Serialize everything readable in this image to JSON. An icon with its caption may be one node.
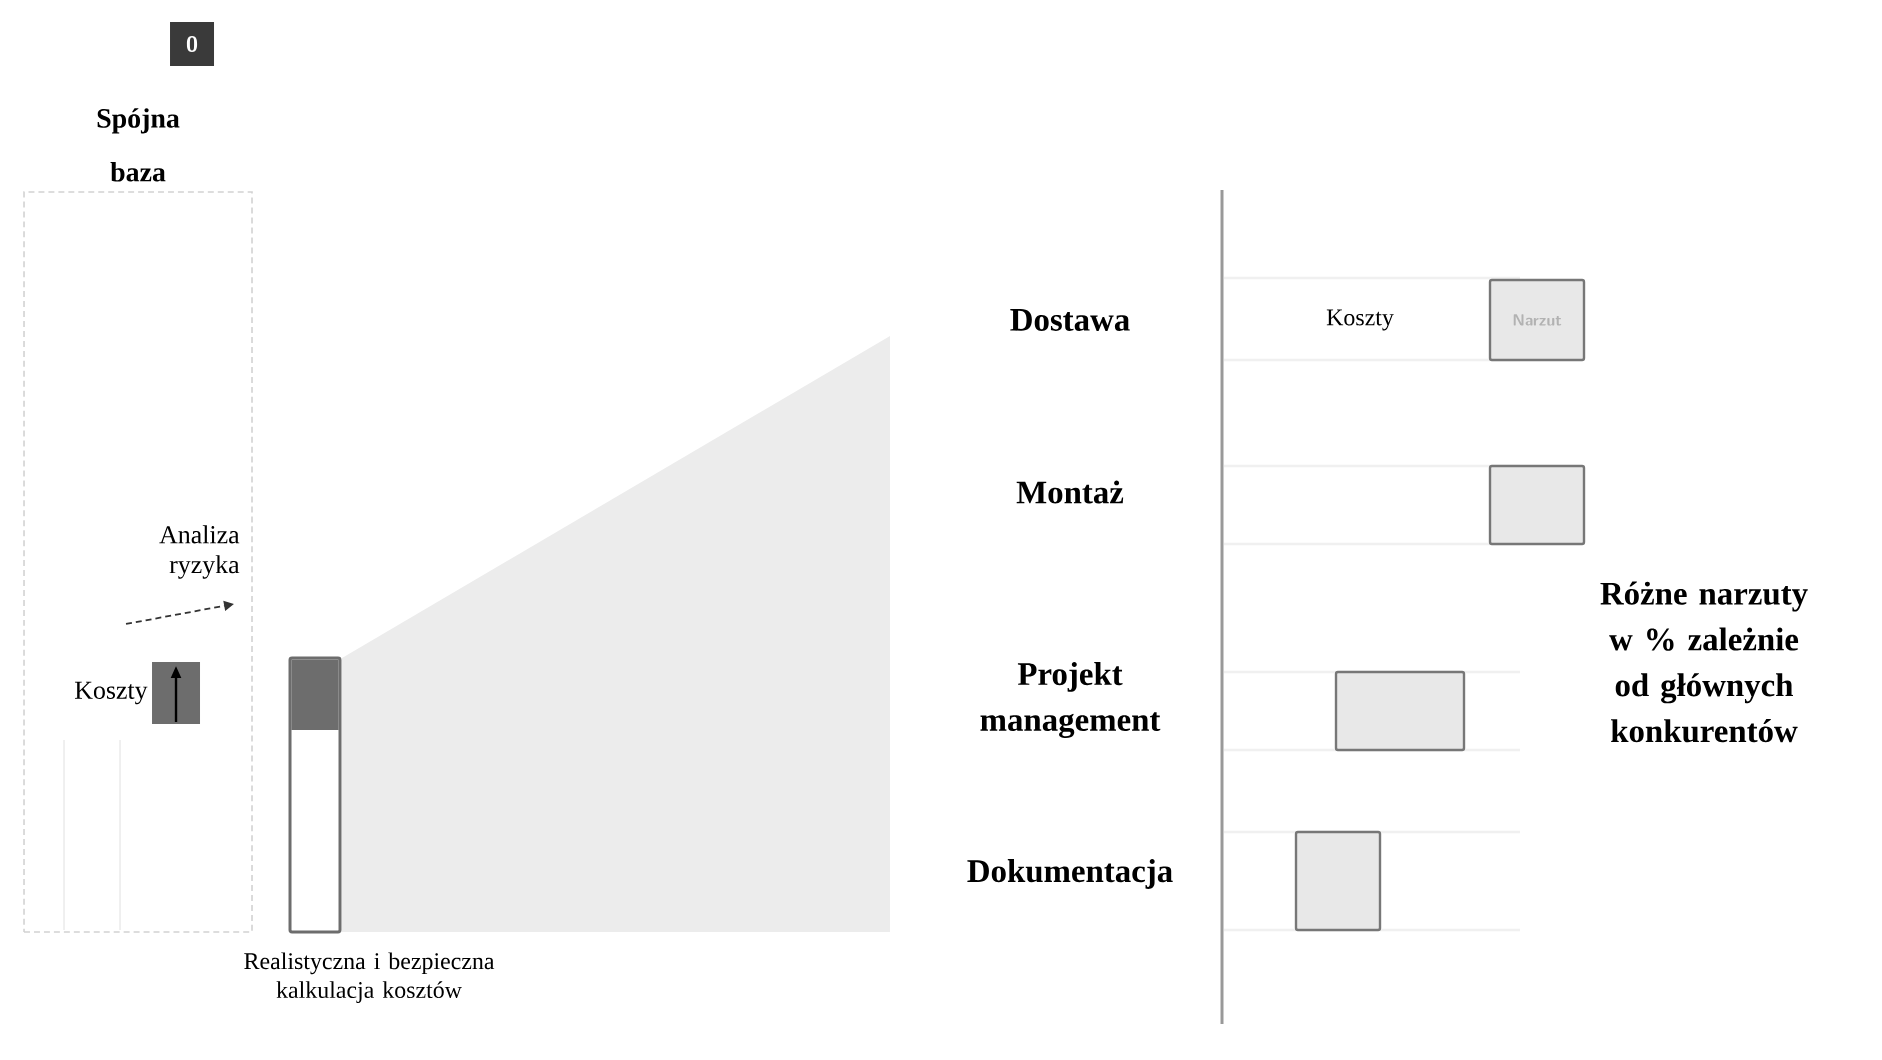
{
  "diagram": {
    "nodes": [
      {
        "text": [
          "0"
        ]
      },
      {
        "text": [
          "Spójna baza"
        ]
      },
      {
        "text": [],
        "shape": "bar",
        "beside": [
          "Realistyczna i bezpieczna kalkulacja kosztów"
        ]
      },
      {
        "text": [],
        "shape": "wedge"
      },
      {
        "text": [],
        "shape": "box",
        "beside": [
          "Koszty"
        ],
        "in": 1
      },
      {
        "text": [
          "Narzut"
        ]
      },
      {
        "text": [],
        "shape": "box"
      },
      {
        "text": [],
        "shape": "box"
      },
      {
        "text": [],
        "shape": "box"
      }
    ],
    "labels": [
      "Dostawa",
      "Koszty",
      "Montaż",
      "Analiza ryzyka",
      "Projekt management",
      "Różne narzuty w % zależnie od głównych konkurentów",
      "Dokumentacja"
    ]
  }
}
